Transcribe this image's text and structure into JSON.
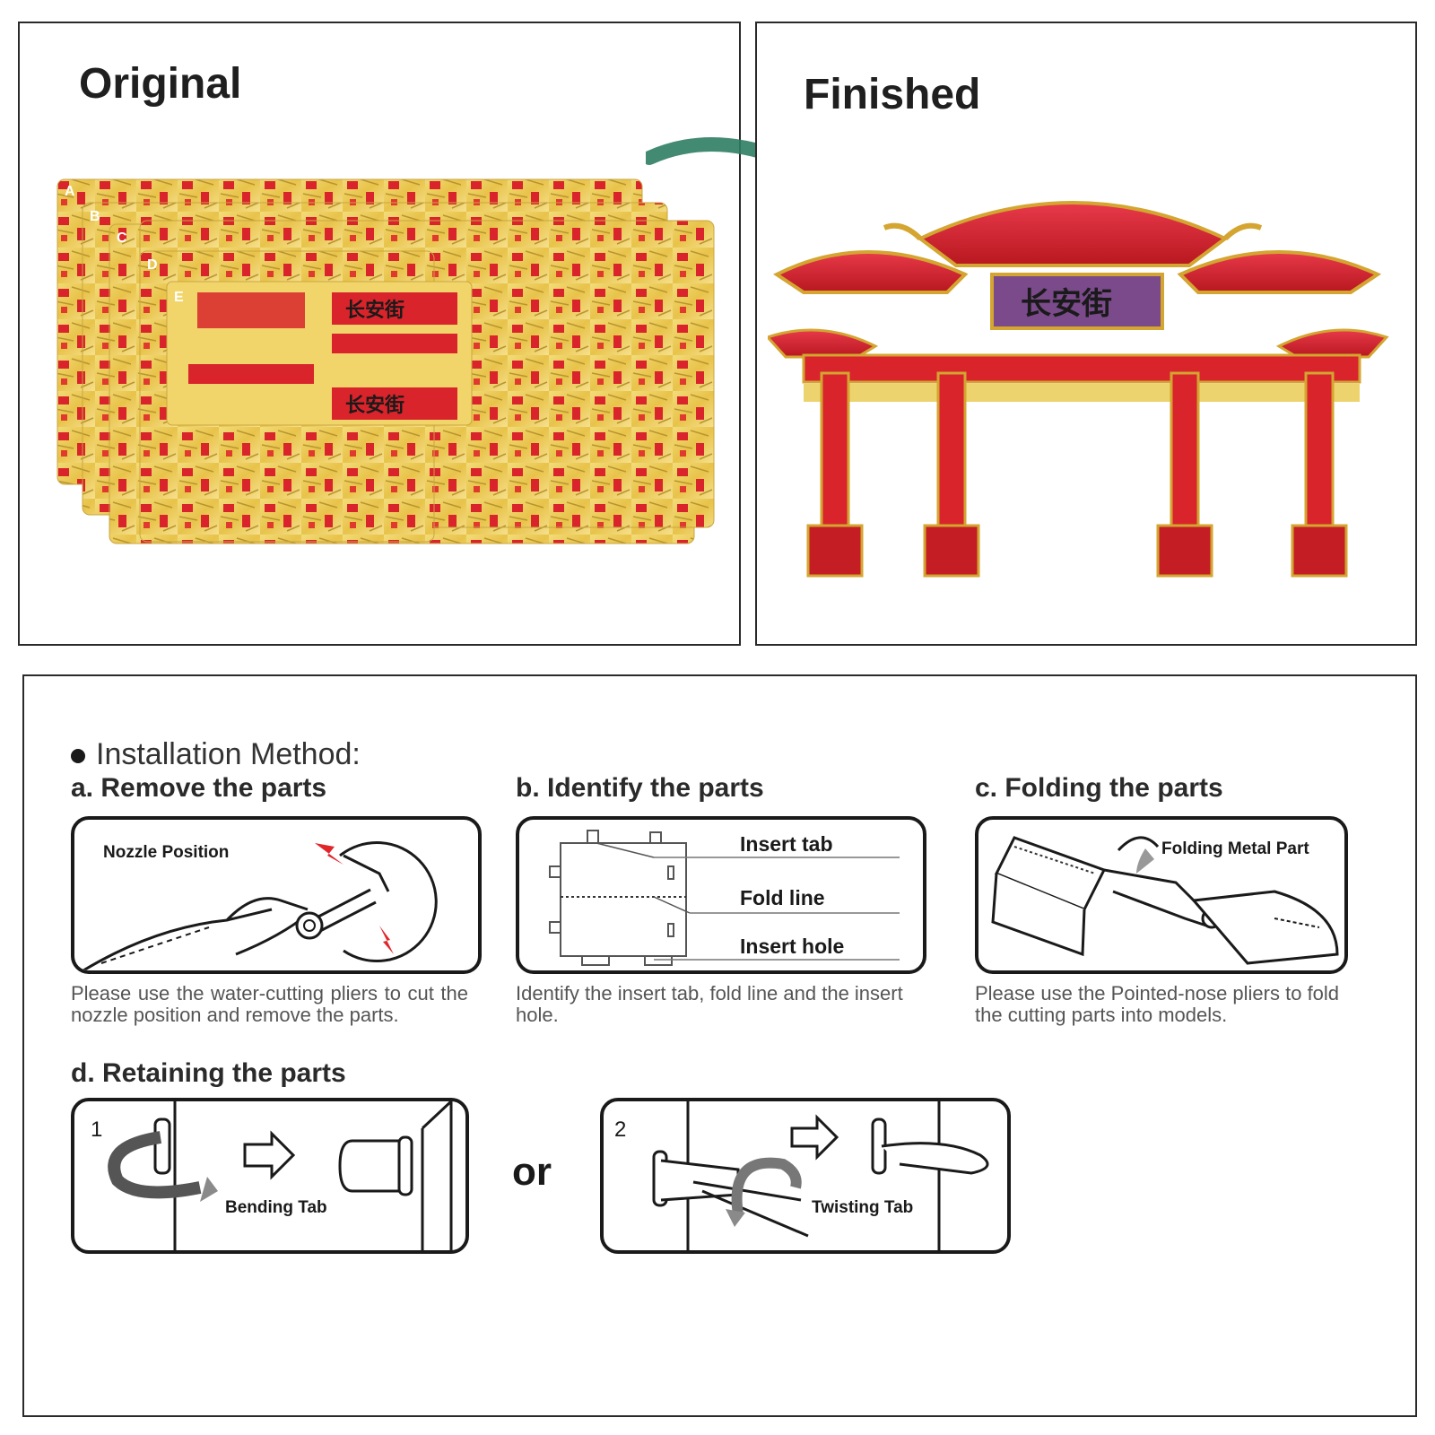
{
  "top": {
    "original_title": "Original",
    "finished_title": "Finished",
    "sheet_letters": [
      "A",
      "B",
      "C",
      "D",
      "E"
    ],
    "plate_text": "长安街",
    "colors": {
      "gold": "#e9c84a",
      "red": "#d8242a",
      "arrow": "#2f7d63"
    }
  },
  "installation": {
    "heading": "Installation Method:",
    "a": {
      "title": "a. Remove the parts",
      "label": "Nozzle Position",
      "caption": "Please use the water-cutting pliers to cut the nozzle position and remove the parts."
    },
    "b": {
      "title": "b. Identify the parts",
      "labels": [
        "Insert tab",
        "Fold line",
        "Insert hole"
      ],
      "caption": "Identify the insert tab, fold line and the insert hole."
    },
    "c": {
      "title": "c. Folding the parts",
      "label": "Folding Metal Part",
      "caption": "Please use the Pointed-nose pliers to fold the cutting parts into models."
    },
    "d": {
      "title": "d. Retaining the parts",
      "step1": {
        "number": "1",
        "label": "Bending Tab"
      },
      "or": "or",
      "step2": {
        "number": "2",
        "label": "Twisting Tab"
      }
    }
  }
}
